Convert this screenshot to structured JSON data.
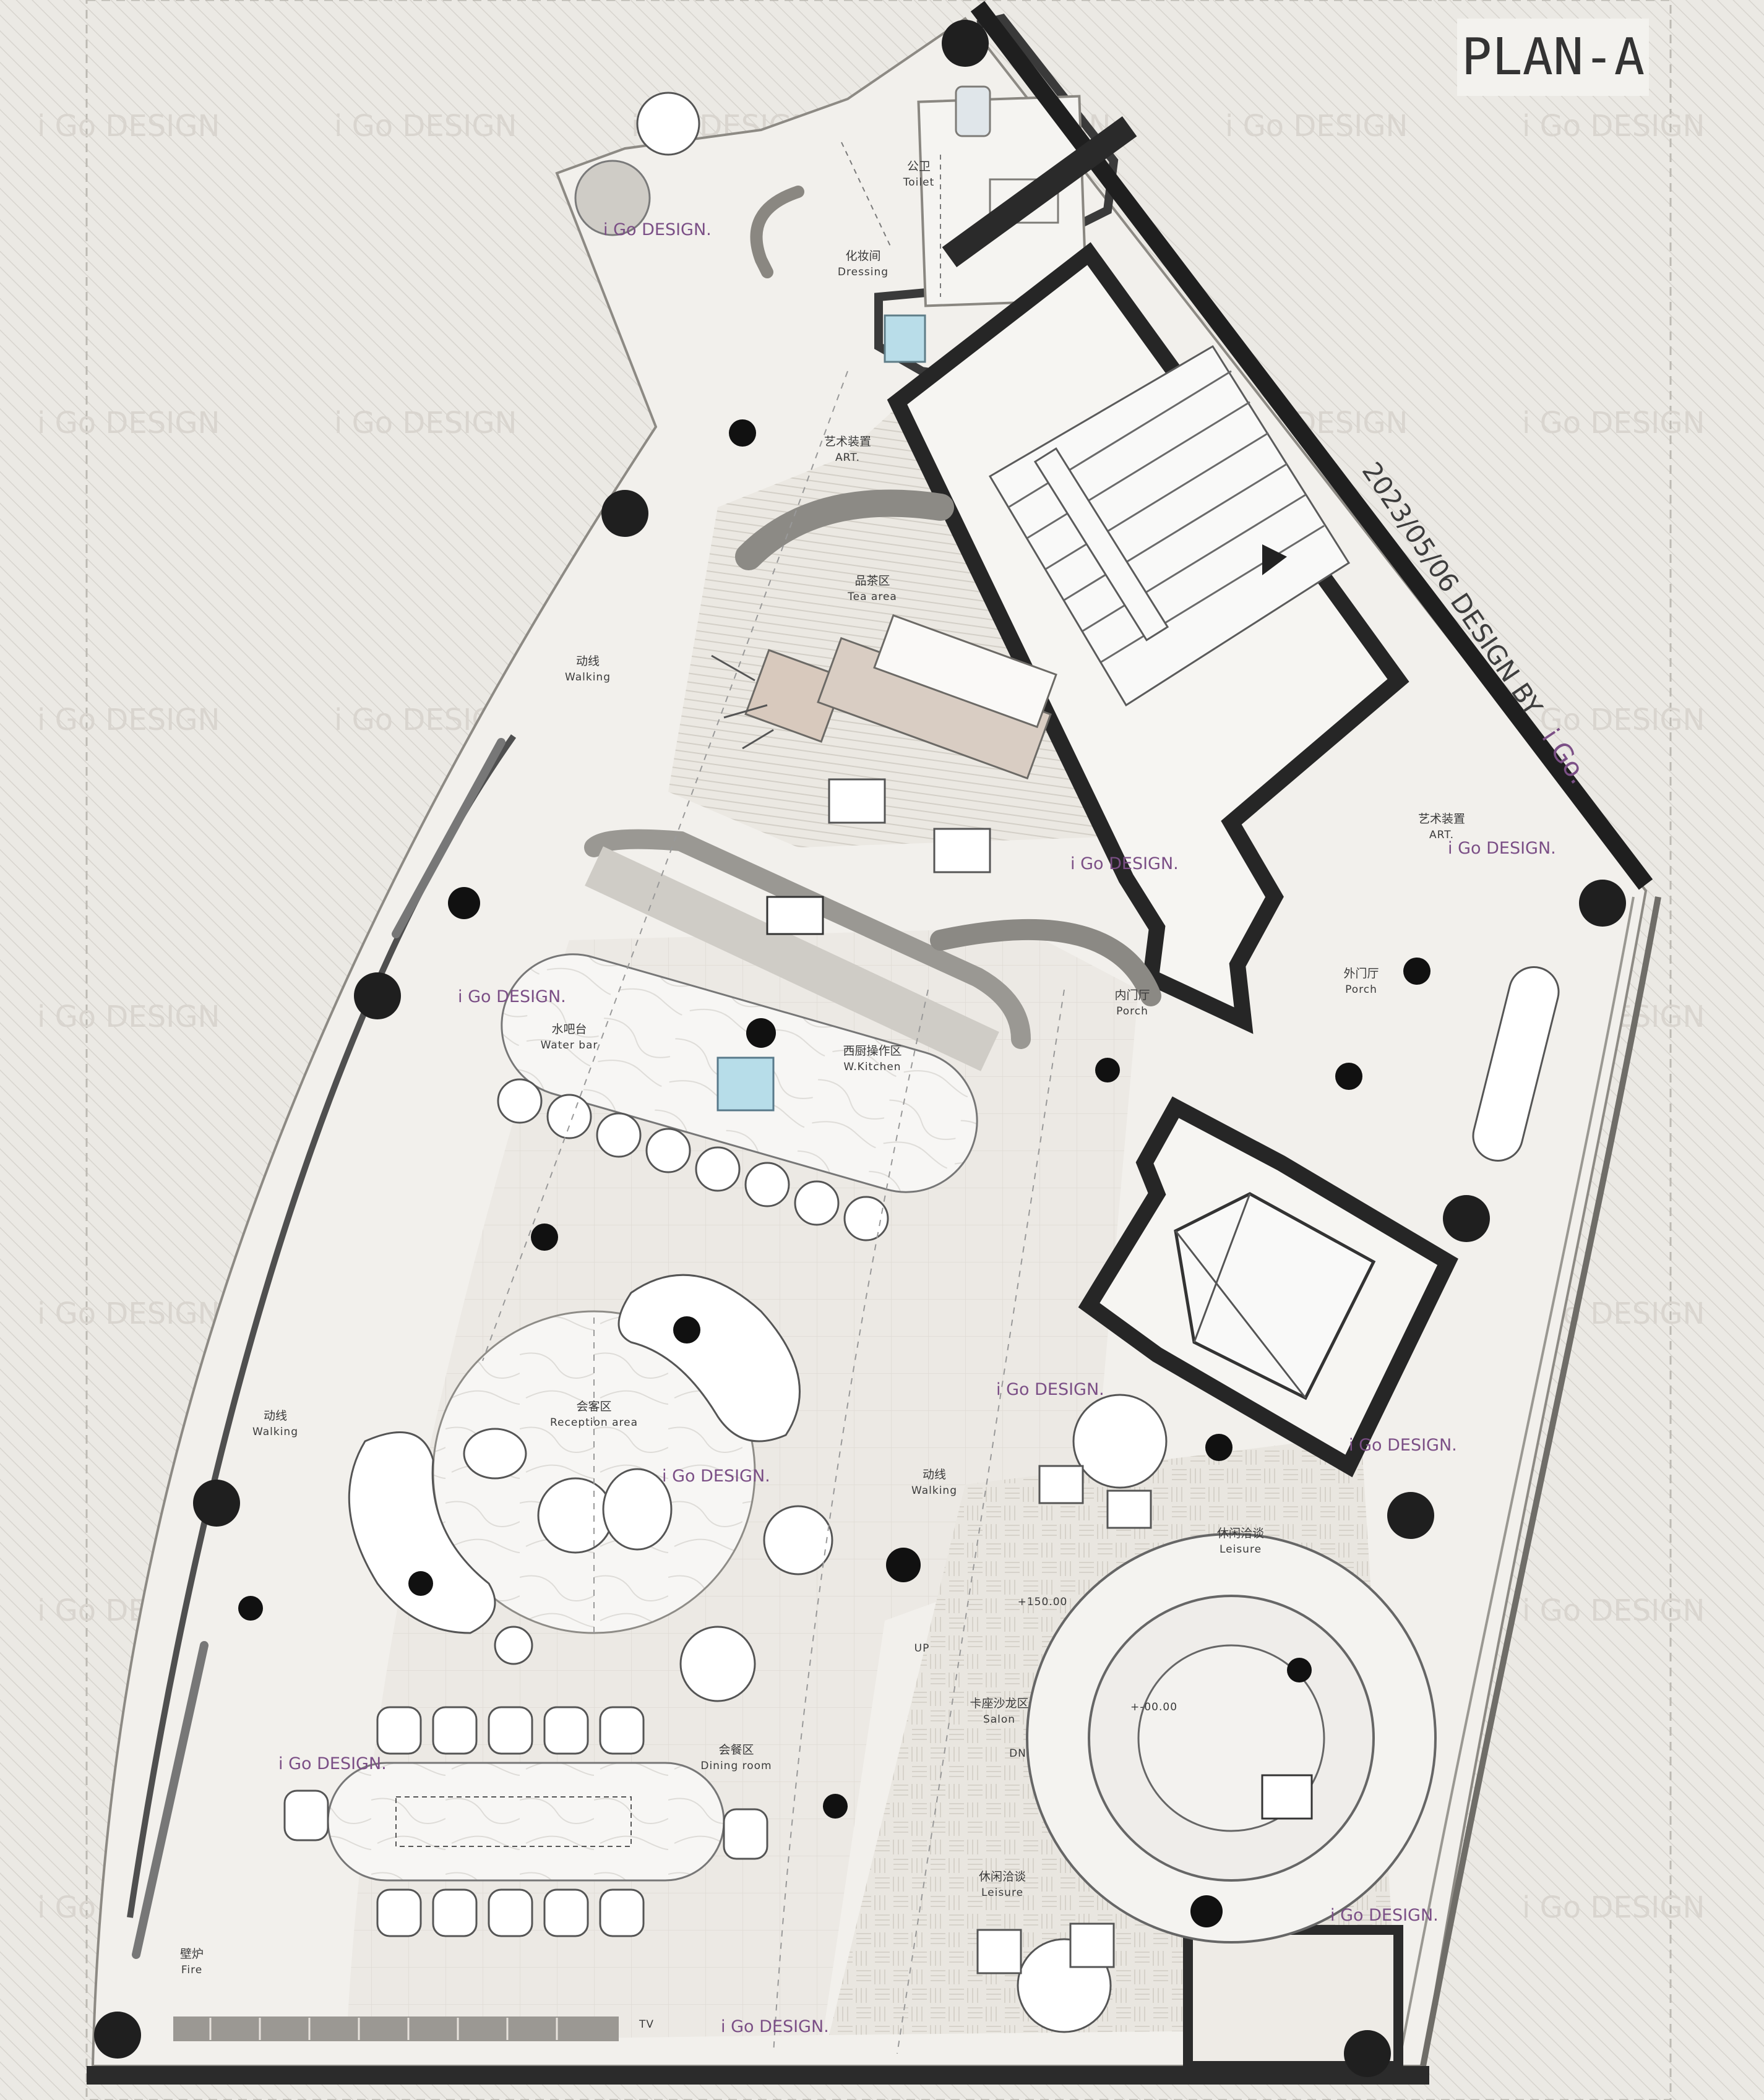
{
  "title": "PLAN-A",
  "signature": {
    "date": "2023/05/06 DESIGN BY",
    "author": "i Go."
  },
  "rooms": [
    {
      "id": "toilet",
      "zh": "公卫",
      "en": "Toilet"
    },
    {
      "id": "dressing",
      "zh": "化妆间",
      "en": "Dressing"
    },
    {
      "id": "art1",
      "zh": "艺术装置",
      "en": "ART."
    },
    {
      "id": "tea",
      "zh": "品茶区",
      "en": "Tea area"
    },
    {
      "id": "walk1",
      "zh": "动线",
      "en": "Walking"
    },
    {
      "id": "art2",
      "zh": "艺术装置",
      "en": "ART."
    },
    {
      "id": "porch_out",
      "zh": "外门厅",
      "en": "Porch"
    },
    {
      "id": "porch_in",
      "zh": "内门厅",
      "en": "Porch"
    },
    {
      "id": "waterbar",
      "zh": "水吧台",
      "en": "Water bar"
    },
    {
      "id": "wkitchen",
      "zh": "西厨操作区",
      "en": "W.Kitchen"
    },
    {
      "id": "reception",
      "zh": "会客区",
      "en": "Reception area"
    },
    {
      "id": "walk2",
      "zh": "动线",
      "en": "Walking"
    },
    {
      "id": "walk3",
      "zh": "动线",
      "en": "Walking"
    },
    {
      "id": "leisure1",
      "zh": "休闲洽谈",
      "en": "Leisure"
    },
    {
      "id": "salon",
      "zh": "卡座沙龙区",
      "en": "Salon"
    },
    {
      "id": "dining",
      "zh": "会餐区",
      "en": "Dining room"
    },
    {
      "id": "leisure2",
      "zh": "休闲洽谈",
      "en": "Leisure"
    },
    {
      "id": "fire",
      "zh": "壁炉",
      "en": "Fire"
    }
  ],
  "marks": {
    "level_up": "+150.00",
    "level_zero": "+-00.00",
    "up": "UP",
    "dn": "DN",
    "tv": "TV"
  },
  "watermark": "i Go DESIGN",
  "watermark_colored": "i Go DESIGN."
}
